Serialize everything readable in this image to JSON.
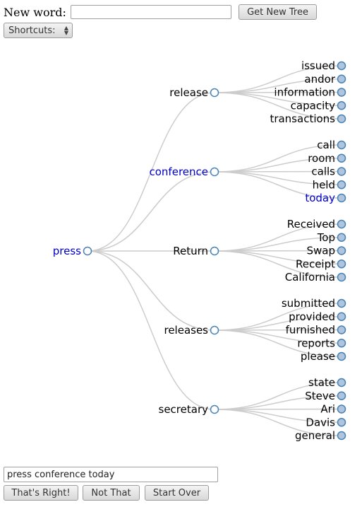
{
  "header": {
    "new_word_label": "New word:",
    "new_word_value": "",
    "get_tree_label": "Get New Tree",
    "shortcuts_label": "Shortcuts:"
  },
  "tree": {
    "root": "press",
    "highlight_color": "#0000cc",
    "node_stroke": "#4682b4",
    "leaf_fill": "#b0c4de",
    "branches": [
      {
        "label": "release",
        "children": [
          "issued",
          "andor",
          "information",
          "capacity",
          "transactions"
        ]
      },
      {
        "label": "conference",
        "children": [
          "call",
          "room",
          "calls",
          "held",
          "today"
        ]
      },
      {
        "label": "Return",
        "children": [
          "Received",
          "Top",
          "Swap",
          "Receipt",
          "California"
        ]
      },
      {
        "label": "releases",
        "children": [
          "submitted",
          "provided",
          "furnished",
          "reports",
          "please"
        ]
      },
      {
        "label": "secretary",
        "children": [
          "state",
          "Steve",
          "Ari",
          "Davis",
          "general"
        ]
      }
    ],
    "selected_path": [
      "press",
      "conference",
      "today"
    ]
  },
  "footer": {
    "phrase_value": "press conference today",
    "right_label": "That's Right!",
    "not_label": "Not That",
    "start_over_label": "Start Over"
  }
}
